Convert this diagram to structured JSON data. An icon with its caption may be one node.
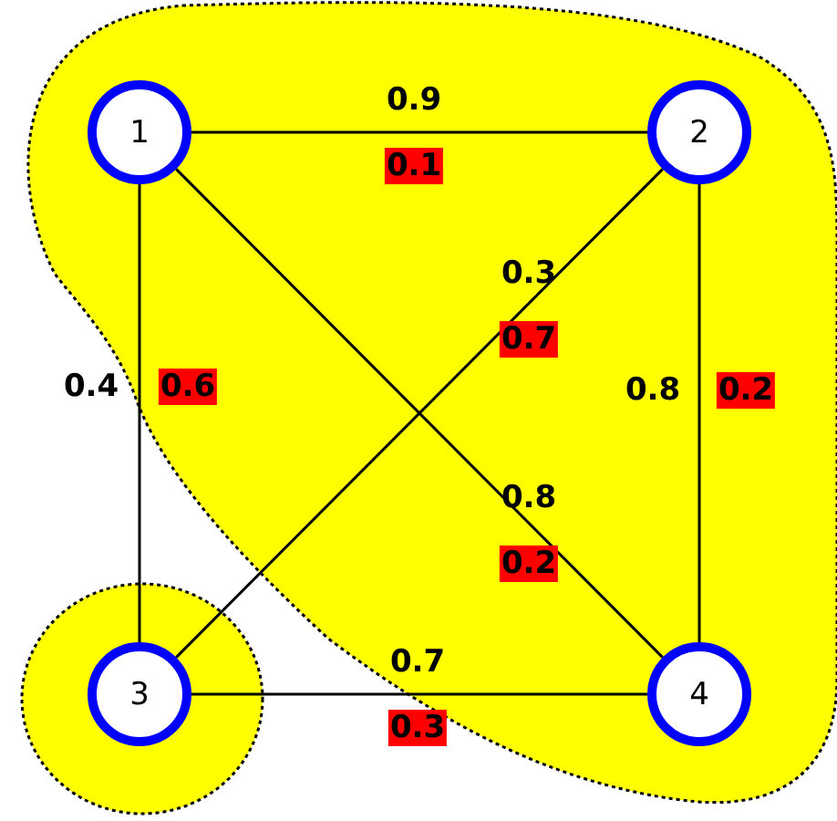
{
  "diagram": {
    "nodes": [
      {
        "text": [],
        "shape": "cloud"
      },
      {
        "text": [
          "1"
        ],
        "in": 0
      },
      {
        "text": [
          "2"
        ],
        "in": 0
      },
      {
        "text": [],
        "shape": "circle"
      },
      {
        "text": [
          "3"
        ],
        "in": 3
      },
      {
        "text": [
          "4"
        ],
        "in": 0
      }
    ],
    "edges": [
      {
        "from": 1,
        "to": 2,
        "arrow": "none",
        "label": "0.9"
      },
      {
        "from": 1,
        "to": 4,
        "arrow": "none",
        "label": "0.4"
      },
      {
        "from": 2,
        "to": 4,
        "arrow": "none",
        "label": "0.3"
      },
      {
        "from": 1,
        "to": 5,
        "arrow": "none",
        "label": "0.8"
      },
      {
        "from": 2,
        "to": 5,
        "arrow": "none",
        "label": "0.8"
      },
      {
        "from": 4,
        "to": 5,
        "arrow": "none",
        "label": "0.7"
      }
    ],
    "labels": [
      "0.1",
      "0.7",
      "0.6",
      "0.2",
      "0.2",
      "0.3"
    ]
  }
}
